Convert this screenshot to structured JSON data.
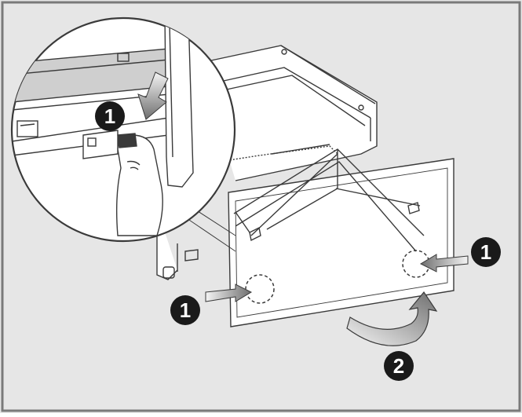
{
  "figure": {
    "background_color": "#e6e6e6",
    "frame_color": "#7a7a7a",
    "line_color": "#3a3a3a",
    "panel_fill": "#ffffff",
    "shadow_fill": "#cfcfcf",
    "arrow_gradient_light": "#f4f4f4",
    "arrow_gradient_dark": "#6f6f6f",
    "badge_color": "#1a1a1a",
    "badge_text_color": "#ffffff"
  },
  "steps": {
    "detail_badge": "1",
    "left_badge": "1",
    "right_badge": "1",
    "rotate_badge": "2"
  },
  "icons": {
    "press_arrow": "down-arrow-icon",
    "push_arrow": "right-arrow-icon",
    "rotate_arrow": "curved-arrow-icon",
    "magnifier": "zoom-circle-icon"
  }
}
